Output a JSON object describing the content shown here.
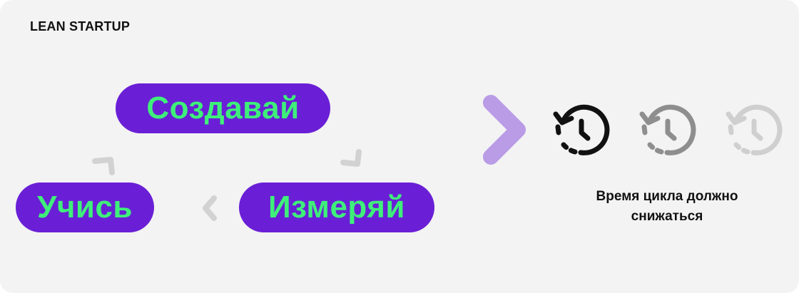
{
  "header": {
    "brand": "LEAN STARTUP"
  },
  "cycle": {
    "steps": [
      {
        "label": "Создавай"
      },
      {
        "label": "Измеряй"
      },
      {
        "label": "Учись"
      }
    ],
    "colors": {
      "pill_bg": "#6a1fd6",
      "pill_text": "#3ef07a",
      "connector": "#d2d2d2"
    }
  },
  "result": {
    "arrow_color": "#b99be6",
    "icons": [
      {
        "name": "history-clock-icon",
        "color": "#111111"
      },
      {
        "name": "history-clock-icon",
        "color": "#8e8e8e"
      },
      {
        "name": "history-clock-icon",
        "color": "#cfcfcf"
      }
    ],
    "caption": "Время  цикла должно\nснижаться"
  }
}
